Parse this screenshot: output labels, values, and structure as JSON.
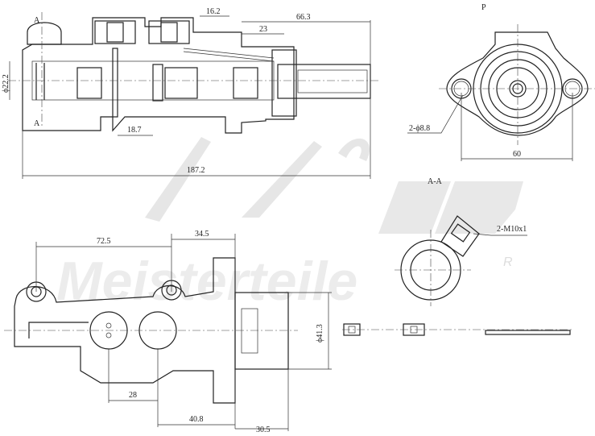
{
  "title": "Brake master cylinder technical drawing",
  "section_marker": "A",
  "view_labels": {
    "p_view": "P",
    "section": "A-A"
  },
  "top_view_dims": {
    "bore": "ϕ22.2",
    "d1": "16.2",
    "d2": "66.3",
    "d3": "23",
    "d4": "18.7",
    "overall": "187.2"
  },
  "flange_dims": {
    "holes": "2-ϕ8.8",
    "spacing": "60"
  },
  "section_dims": {
    "thread": "2-M10x1"
  },
  "bottom_view_dims": {
    "d1": "72.5",
    "d2": "34.5",
    "diameter": "ϕ41.3",
    "d3": "28",
    "d4": "40.8",
    "d5": "30.5"
  },
  "watermark": {
    "logo": "A.L.",
    "brand": "Meisterteile",
    "mark": "R"
  },
  "colors": {
    "line": "#222222",
    "hatch": "#555555",
    "watermark": "#e6e6e6"
  }
}
